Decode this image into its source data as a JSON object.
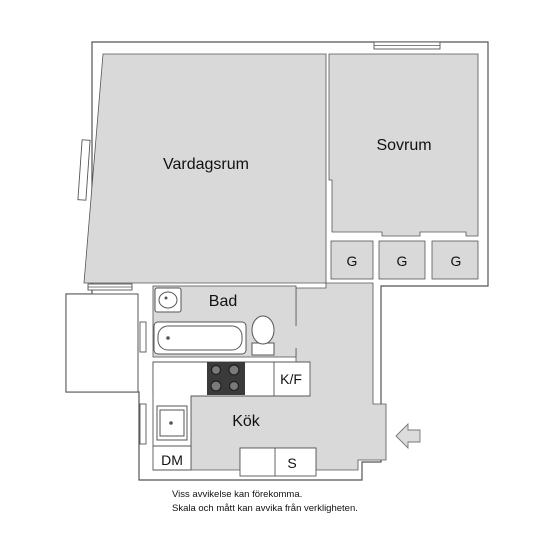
{
  "colors": {
    "floor": "#d9d9d9",
    "wall": "#ffffff",
    "wall_stroke": "#555555",
    "text": "#111111",
    "stove": "#3a3a3a"
  },
  "rooms": {
    "living": "Vardagsrum",
    "bedroom": "Sovrum",
    "bath": "Bad",
    "kitchen": "Kök"
  },
  "fixtures": {
    "closet_1": "G",
    "closet_2": "G",
    "closet_3": "G",
    "fridge_freezer": "K/F",
    "dishwasher": "DM",
    "cabinet": "S"
  },
  "entrance_icon": "arrow-left-icon",
  "disclaimer": {
    "line1": "Viss avvikelse kan förekomma.",
    "line2": "Skala och mått kan avvika från verkligheten."
  }
}
